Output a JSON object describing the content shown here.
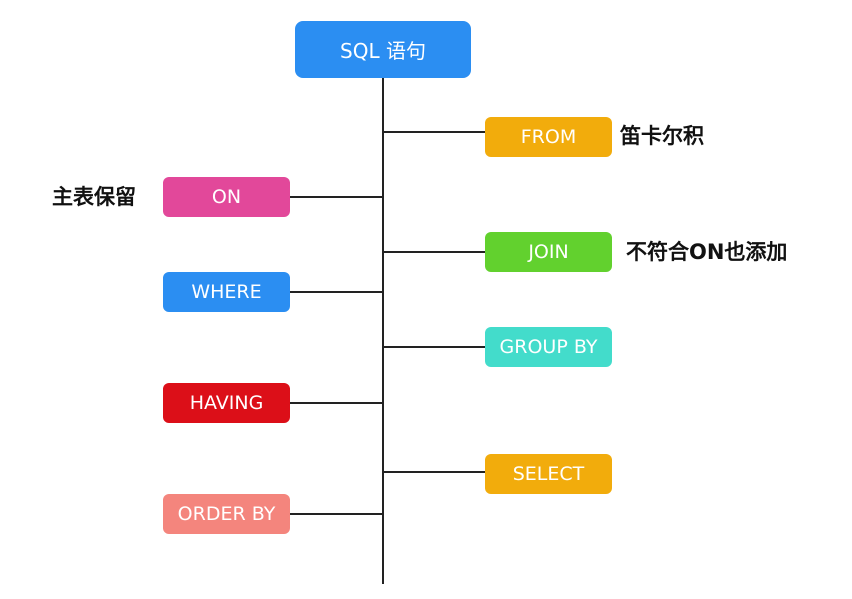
{
  "root": {
    "label": "SQL 语句",
    "color": "#2b8ef2"
  },
  "steps": [
    {
      "label": "FROM",
      "color": "#f2ac0c",
      "side": "right",
      "note": "笛卡尔积"
    },
    {
      "label": "ON",
      "color": "#e2489a",
      "side": "left",
      "note": "主表保留"
    },
    {
      "label": "JOIN",
      "color": "#62d12e",
      "side": "right",
      "note": "不符合ON也添加"
    },
    {
      "label": "WHERE",
      "color": "#2b8ef2",
      "side": "left"
    },
    {
      "label": "GROUP BY",
      "color": "#43dccb",
      "side": "right"
    },
    {
      "label": "HAVING",
      "color": "#dc0f18",
      "side": "left"
    },
    {
      "label": "SELECT",
      "color": "#f2ac0c",
      "side": "right"
    },
    {
      "label": "ORDER BY",
      "color": "#f4857d",
      "side": "left"
    }
  ],
  "line_color": "#222222"
}
